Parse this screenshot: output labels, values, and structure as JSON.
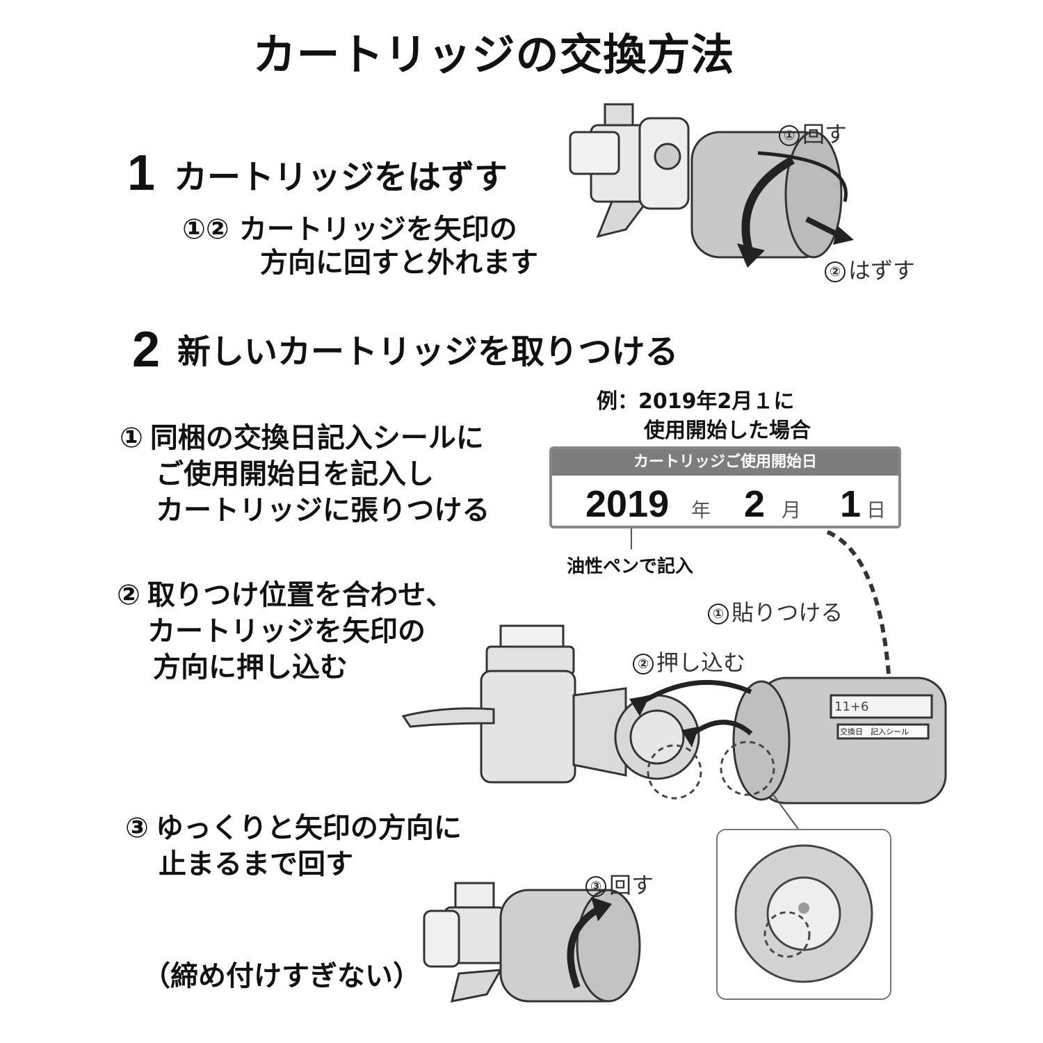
{
  "title": "カートリッジの交換方法",
  "step1": {
    "number": "1",
    "heading": "カートリッジをはずす",
    "marks": [
      "①",
      "②"
    ],
    "line1": "カートリッジを矢印の",
    "line2": "方向に回すと外れます",
    "callout_rotate": {
      "mark": "①",
      "text": "回す"
    },
    "callout_remove": {
      "mark": "②",
      "text": "はずす"
    }
  },
  "step2": {
    "number": "2",
    "heading": "新しいカートリッジを取りつける",
    "example_line1": "例：2019年2月１に",
    "example_line2": "使用開始した場合",
    "sub1": {
      "mark": "①",
      "lines": [
        "同梱の交換日記入シールに",
        "ご使用開始日を記入し",
        "カートリッジに張りつける"
      ]
    },
    "sticker": {
      "header": "カートリッジご使用開始日",
      "year": "2019",
      "year_unit": "年",
      "month": "2",
      "month_unit": "月",
      "day": "1",
      "day_unit": "日"
    },
    "pen_note": "油性ペンで記入",
    "sub2": {
      "mark": "②",
      "lines": [
        "取りつけ位置を合わせ、",
        "カートリッジを矢印の",
        "方向に押し込む"
      ]
    },
    "callout_stick": {
      "mark": "①",
      "text": "貼りつける"
    },
    "callout_push": {
      "mark": "②",
      "text": "押し込む"
    },
    "label_sticker": "交換日　記入シール",
    "label_date_small": "11+6",
    "sub3": {
      "mark": "③",
      "lines": [
        "ゆっくりと矢印の方向に",
        "止まるまで回す"
      ]
    },
    "callout_turn": {
      "mark": "③",
      "text": "回す"
    },
    "note": "（締め付けすぎない）"
  }
}
